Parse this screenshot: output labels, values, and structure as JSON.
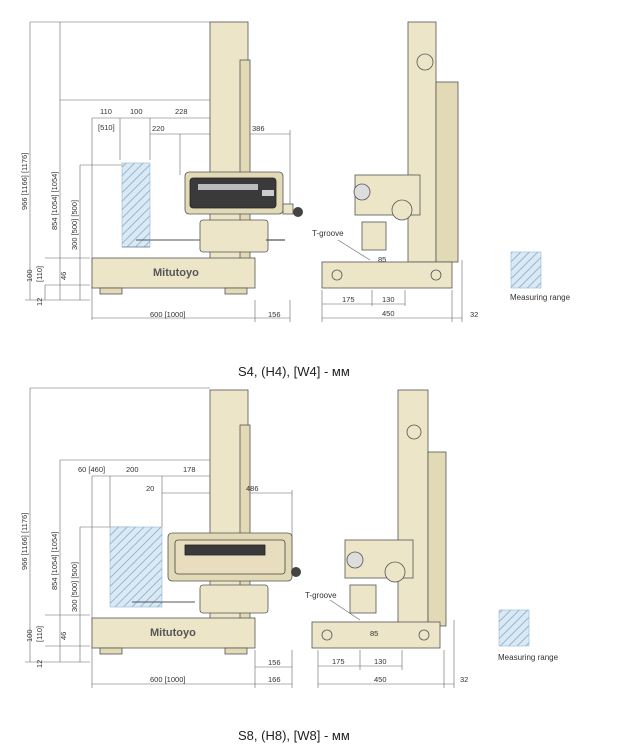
{
  "colors": {
    "machine": "#ece5c8",
    "machine_shade": "#e2d9b6",
    "hatch": "#8fb8d8",
    "line": "#555555"
  },
  "top": {
    "caption": "S4, (H4), [W4] - мм",
    "brand": "Mitutoyo",
    "tgroove": "T-groove",
    "legend": "Measuring range",
    "dims": {
      "d110": "110",
      "d510": "[510]",
      "d100": "100",
      "d228": "228",
      "d220": "220",
      "d386": "386",
      "v966": "966 [1166] [1176]",
      "v854": "854 [1054] [1054]",
      "v300": "300 [500] [500]",
      "v100": "100",
      "v110": "[110]",
      "v46": "46",
      "v12": "12",
      "d600": "600 [1000]",
      "d156": "156",
      "d175": "175",
      "d130": "130",
      "d85": "85",
      "d450": "450",
      "d32": "32"
    }
  },
  "bottom": {
    "caption": "S8, (H8), [W8] - мм",
    "brand": "Mitutoyo",
    "tgroove": "T-groove",
    "legend": "Measuring range",
    "dims": {
      "d60": "60 [460]",
      "d200": "200",
      "d178": "178",
      "d20": "20",
      "d486": "486",
      "v966": "966 [1166] [1176]",
      "v854": "854 [1054] [1054]",
      "v300": "300 [500] [500]",
      "v100": "100",
      "v110": "[110]",
      "v46": "46",
      "v12": "12",
      "d600": "600 [1000]",
      "d156": "156",
      "d166": "166",
      "d175": "175",
      "d130": "130",
      "d85": "85",
      "d450": "450",
      "d32": "32"
    }
  }
}
